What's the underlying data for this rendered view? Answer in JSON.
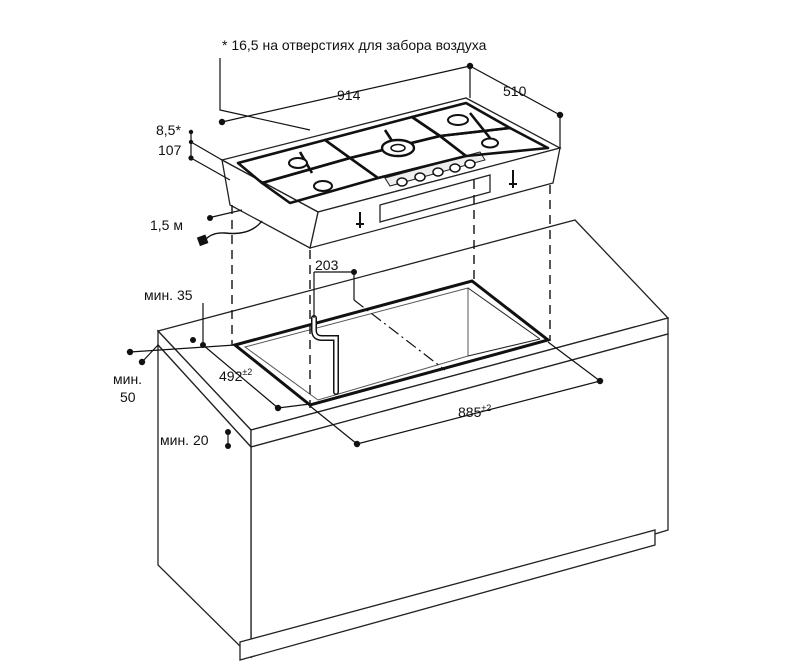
{
  "note": "* 16,5 на отверстиях для забора воздуха",
  "dimensions": {
    "width_hob": "914",
    "depth_hob": "510",
    "height_a": "8,5*",
    "height_b": "107",
    "cable": "1,5 м",
    "offset_203": "203",
    "min_35": "мин. 35",
    "min_50_a": "мин.",
    "min_50_b": "50",
    "cutout_depth": "492",
    "cutout_depth_tol": "±2",
    "cutout_width": "885",
    "cutout_width_tol": "±2",
    "min_20": "мин. 20"
  }
}
